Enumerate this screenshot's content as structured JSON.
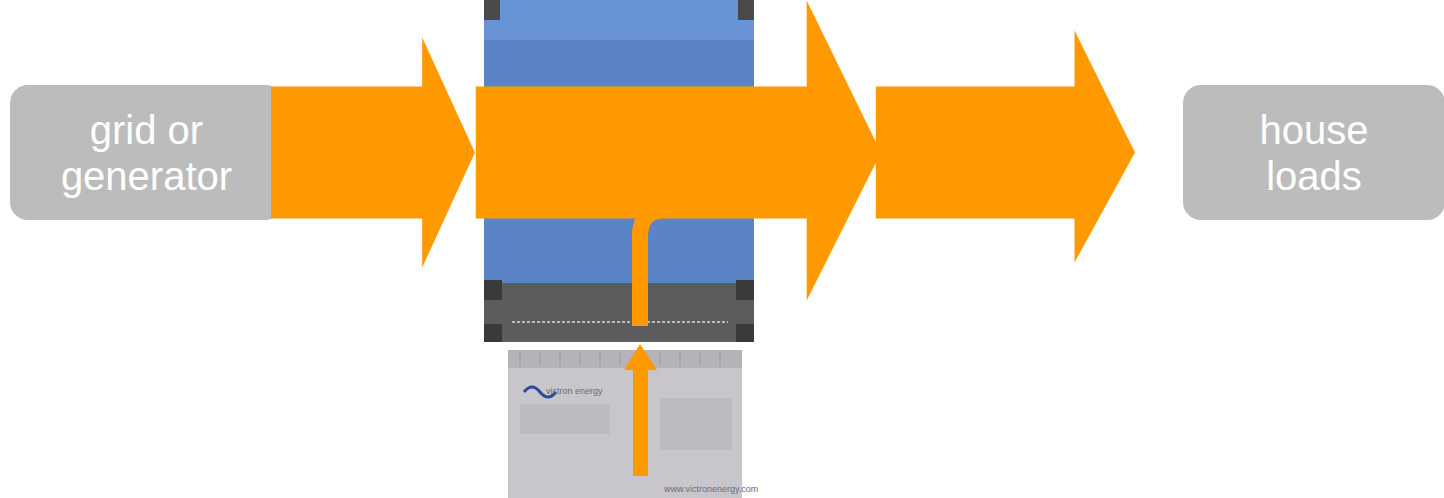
{
  "diagram": {
    "nodes": [
      {
        "text": [
          "grid or generator"
        ]
      },
      {
        "text": [
          "house loads"
        ]
      }
    ],
    "edges": [
      {
        "from": 0,
        "to": 1,
        "arrow": "to"
      }
    ],
    "labels": [
      "victron energy",
      "www.victronenergy.com"
    ]
  }
}
